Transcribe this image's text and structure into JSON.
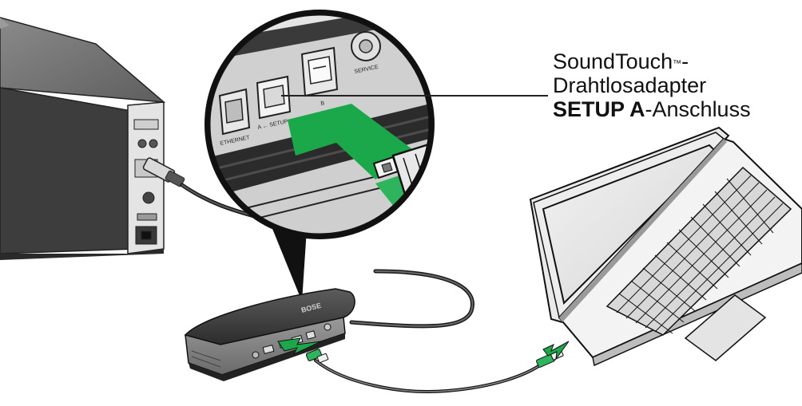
{
  "callout": {
    "product_name": "SoundTouch",
    "trademark": "™",
    "product_suffix": "-",
    "adapter_word": "Drahtlosadapter",
    "port_name_bold": "SETUP A",
    "port_suffix": "-Anschluss"
  },
  "port_labels": {
    "setup_a": "A ← SETUP",
    "setup_b": "B",
    "service": "SERVICE",
    "ethernet": "ETHERNET"
  },
  "brand_mark": "BOSE",
  "colors": {
    "arrow_green": "#1aa84a",
    "cable_green": "#2db45c",
    "device_dark": "#3b3b3b",
    "device_mid": "#6a6a6a",
    "lines": "#222222"
  }
}
